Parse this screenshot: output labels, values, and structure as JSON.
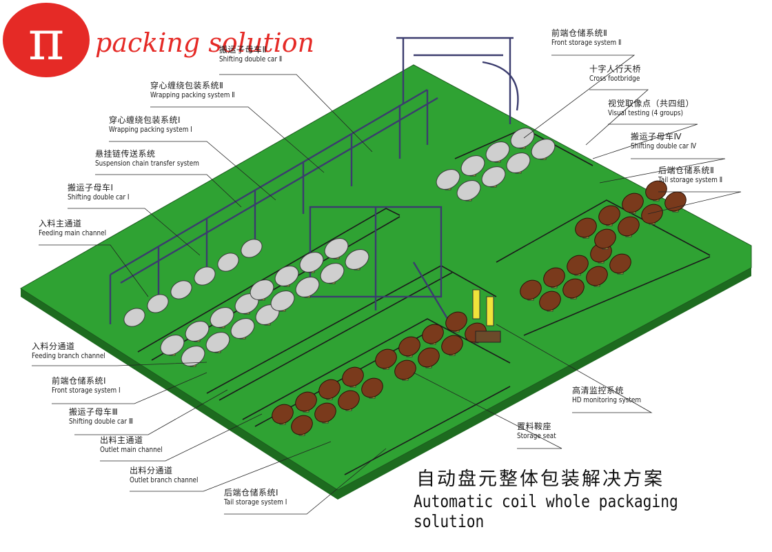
{
  "brand": {
    "text": "packing solution",
    "logo_glyph": "π",
    "color": "#e52a26"
  },
  "title": {
    "zh": "自动盘元整体包装解决方案",
    "en": "Automatic coil whole packaging solution"
  },
  "colors": {
    "floor": "#2fa233",
    "floor_side": "#1d6b1f",
    "steel": "#3b3c6e",
    "coil_grey": "#c8c8c8",
    "coil_brown": "#7a3a1c",
    "saddle": "#f1e33a"
  },
  "labels": [
    {
      "id": "shifting-car-2",
      "zh": "搬运子母车Ⅱ",
      "en": "Shifting double car Ⅱ"
    },
    {
      "id": "wrapping-2",
      "zh": "穿心缠绕包装系统Ⅱ",
      "en": "Wrapping packing system Ⅱ"
    },
    {
      "id": "wrapping-1",
      "zh": "穿心缠绕包装系统Ⅰ",
      "en": "Wrapping packing system Ⅰ"
    },
    {
      "id": "suspension-chain",
      "zh": "悬挂链传送系统",
      "en": "Suspension chain transfer system"
    },
    {
      "id": "shifting-car-1",
      "zh": "搬运子母车Ⅰ",
      "en": "Shifting double car Ⅰ"
    },
    {
      "id": "feeding-main",
      "zh": "入料主通道",
      "en": "Feeding main channel"
    },
    {
      "id": "feeding-branch",
      "zh": "入料分通道",
      "en": "Feeding branch channel"
    },
    {
      "id": "front-storage-1",
      "zh": "前端仓储系统Ⅰ",
      "en": "Front storage system Ⅰ"
    },
    {
      "id": "shifting-car-3",
      "zh": "搬运子母车Ⅲ",
      "en": "Shifting double car Ⅲ"
    },
    {
      "id": "outlet-main",
      "zh": "出料主通道",
      "en": "Outlet main channel"
    },
    {
      "id": "outlet-branch",
      "zh": "出料分通道",
      "en": "Outlet branch channel"
    },
    {
      "id": "tail-storage-1",
      "zh": "后端仓储系统Ⅰ",
      "en": "Tail storage system Ⅰ"
    },
    {
      "id": "front-storage-2",
      "zh": "前端仓储系统Ⅱ",
      "en": "Front storage system Ⅱ"
    },
    {
      "id": "cross-footbridge",
      "zh": "十字人行天桥",
      "en": "Cross footbridge"
    },
    {
      "id": "visual-testing",
      "zh": "视觉取像点（共四组）",
      "en": "Visual testing (4 groups)"
    },
    {
      "id": "shifting-car-4",
      "zh": "搬运子母车Ⅳ",
      "en": "Shifting double car Ⅳ"
    },
    {
      "id": "tail-storage-2",
      "zh": "后端仓储系统Ⅱ",
      "en": "Tail storage system Ⅱ"
    },
    {
      "id": "hd-monitoring",
      "zh": "高清监控系统",
      "en": "HD monitoring system"
    },
    {
      "id": "storage-seat",
      "zh": "置料鞍座",
      "en": "Storage seat"
    }
  ]
}
